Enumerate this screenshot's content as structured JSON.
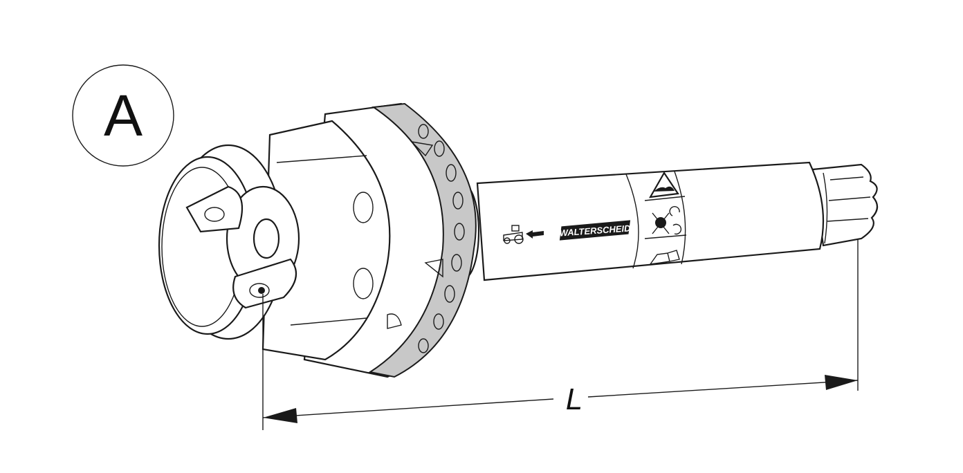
{
  "figure": {
    "view_label": "A",
    "dimension_label": "L",
    "brand_label": "WALTERSCHEID"
  },
  "colors": {
    "line": "#1a1a1a",
    "guard_ring": "#c8c8c8",
    "background": "#ffffff"
  }
}
